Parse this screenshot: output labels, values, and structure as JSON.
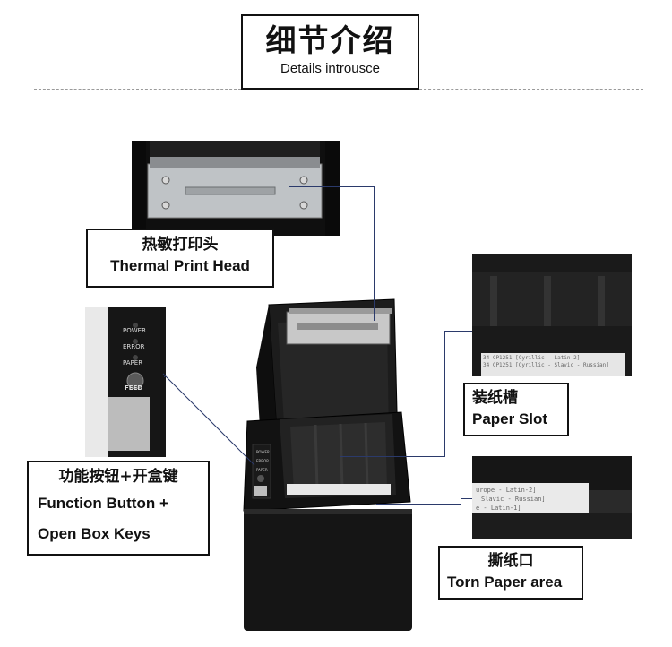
{
  "header": {
    "title_cn": "细节介绍",
    "title_en": "Details introusce"
  },
  "callouts": {
    "thermal_head": {
      "cn": "热敏打印头",
      "en": "Thermal Print Head"
    },
    "function_button": {
      "cn": "功能按钮+开盒键",
      "en_line1": "Function Button +",
      "en_line2": "Open Box Keys"
    },
    "paper_slot": {
      "cn": "装纸槽",
      "en": "Paper Slot"
    },
    "torn_paper": {
      "cn": "撕纸口",
      "en": "Torn Paper area"
    }
  },
  "panel_labels": {
    "power": "POWER",
    "error": "ERROR",
    "paper": "PAPER",
    "feed": "FEED"
  },
  "receipt_text": {
    "slot_line1": "34 CP1251 [Cyrillic - Latin-2]",
    "slot_line2": "34 CP1251 [Cyrillic - Slavic - Russian]",
    "tear_line1": "urope - Latin-2]",
    "tear_line2": "Slavic - Russian]",
    "tear_line3": "e - Latin-1]"
  },
  "colors": {
    "leader": "#2b3a6b",
    "printer_body": "#141414",
    "frame": "#111111"
  }
}
